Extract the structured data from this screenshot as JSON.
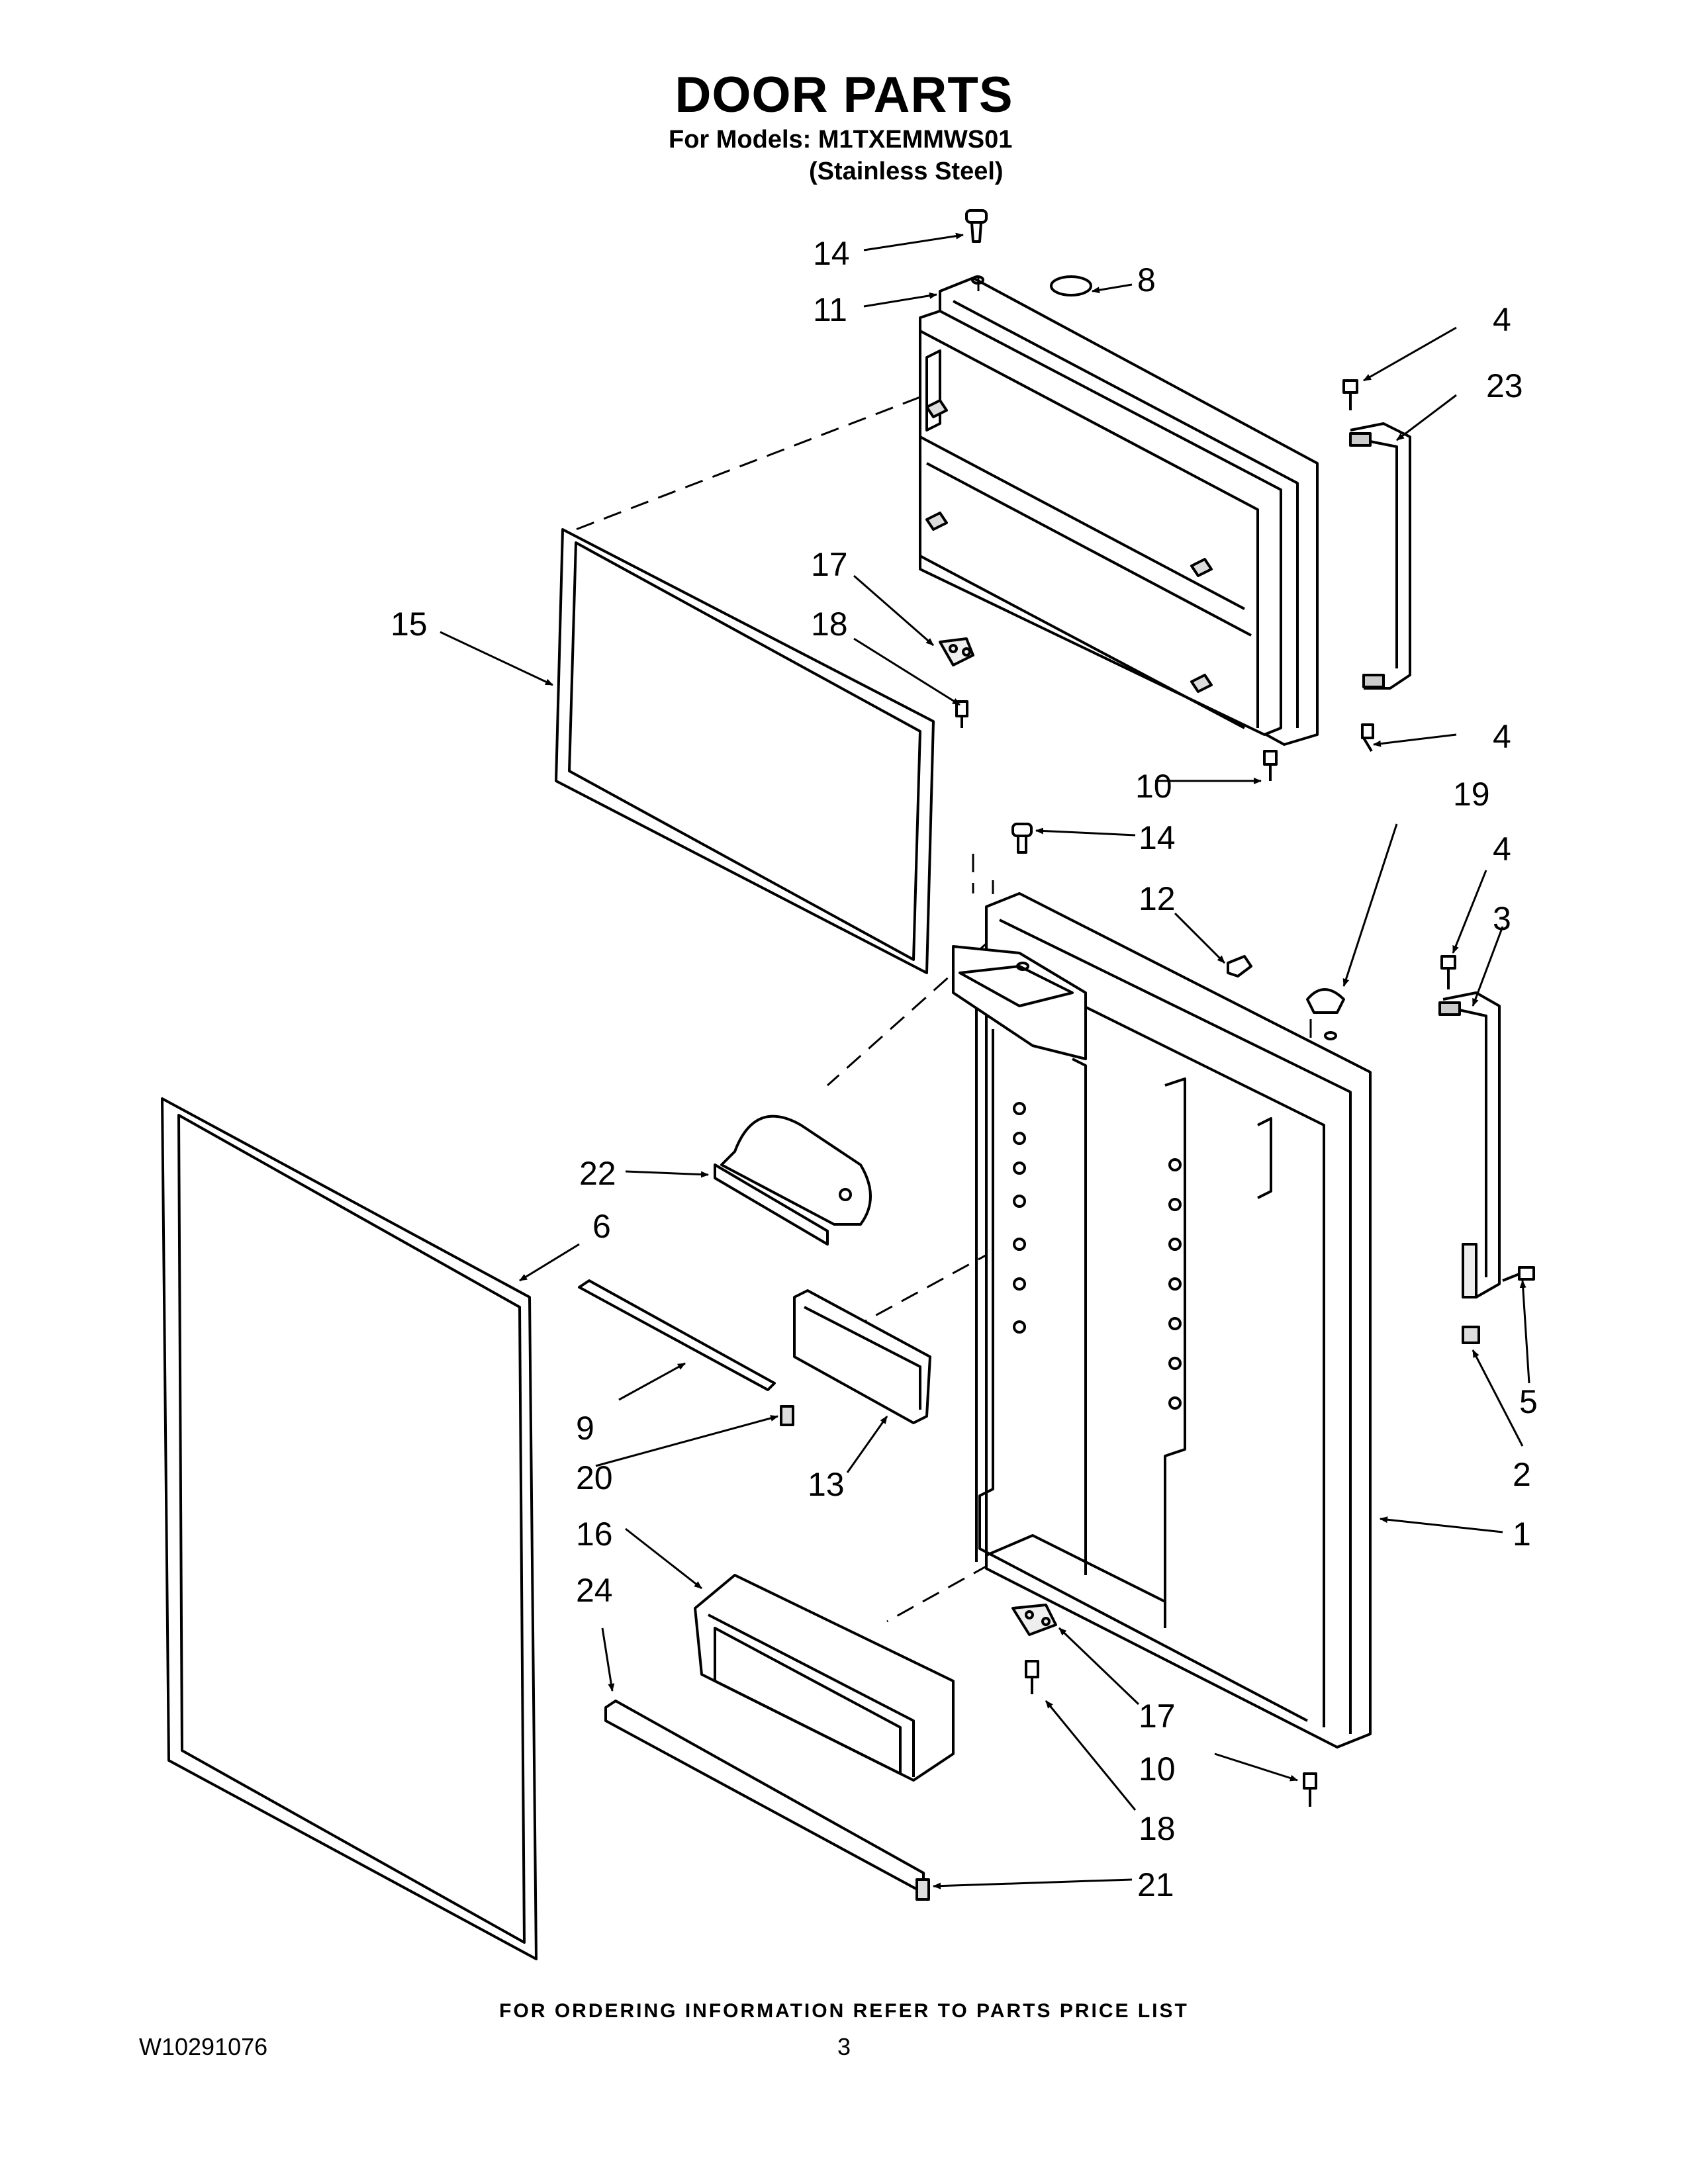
{
  "header": {
    "title": "DOOR PARTS",
    "models_line": "For Models: M1TXEMMWS01",
    "finish_line": "(Stainless Steel)"
  },
  "footer": {
    "ordering_note": "FOR ORDERING INFORMATION REFER TO PARTS PRICE LIST",
    "document_number": "W10291076",
    "page_number": "3"
  },
  "callouts": {
    "c14a": "14",
    "c11": "11",
    "c8": "8",
    "c4a": "4",
    "c23": "23",
    "c17a": "17",
    "c18a": "18",
    "c15": "15",
    "c4b": "4",
    "c10a": "10",
    "c14b": "14",
    "c19": "19",
    "c12": "12",
    "c4c": "4",
    "c3": "3",
    "c22": "22",
    "c6": "6",
    "c5": "5",
    "c9": "9",
    "c20": "20",
    "c13": "13",
    "c2": "2",
    "c1": "1",
    "c16": "16",
    "c24": "24",
    "c17b": "17",
    "c10b": "10",
    "c18b": "18",
    "c21": "21"
  }
}
